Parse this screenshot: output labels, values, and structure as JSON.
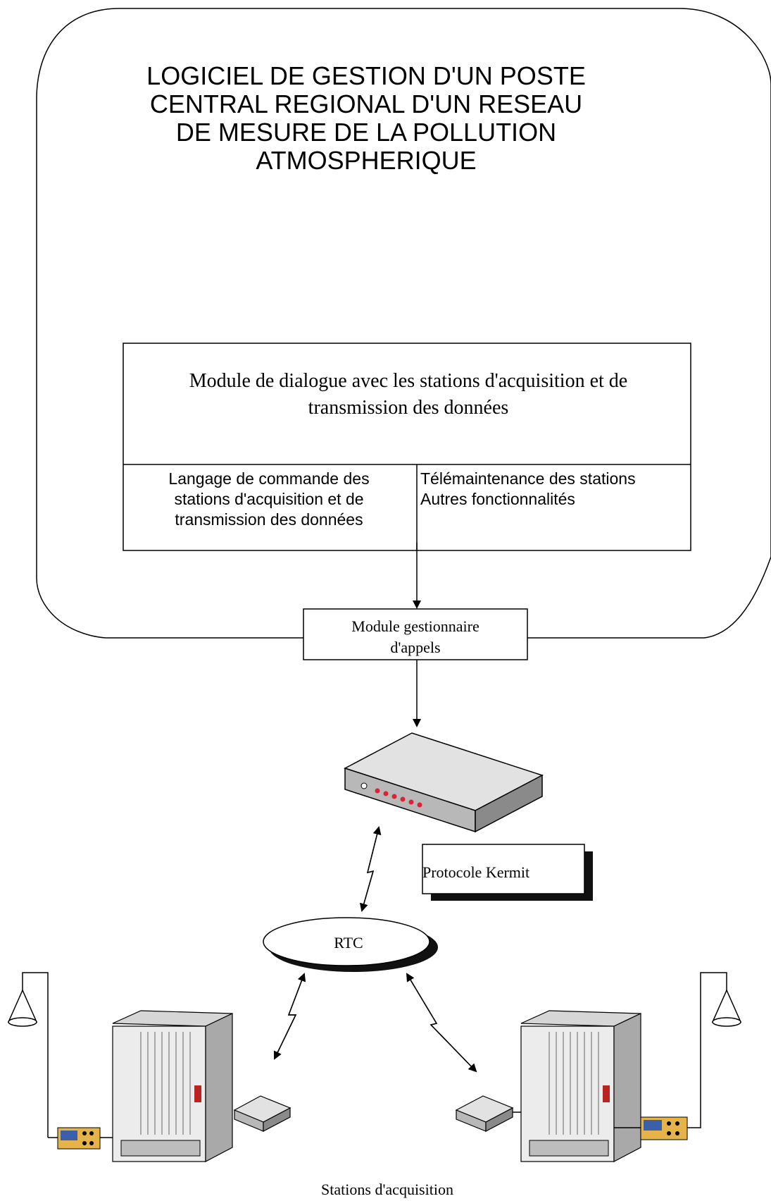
{
  "main_title": [
    "LOGICIEL DE GESTION D'UN POSTE",
    "CENTRAL REGIONAL D'UN RESEAU",
    "DE MESURE DE LA POLLUTION",
    "ATMOSPHERIQUE"
  ],
  "dialog_module": [
    "Module de dialogue avec les stations d'acquisition et de",
    "transmission des données"
  ],
  "command_language": [
    "Langage de commande des",
    "stations d'acquisition et de",
    "transmission des données"
  ],
  "other_features": [
    "Télémaintenance des stations",
    "Autres fonctionnalités"
  ],
  "call_manager": [
    "Module gestionnaire",
    "d'appels"
  ],
  "protocol_label": "Protocole Kermit",
  "network_label": "RTC",
  "stations_label": "Stations d'acquisition",
  "icons": [
    "modem-icon",
    "station-rack-icon",
    "analyzer-icon",
    "sampling-cone-icon",
    "lightning-link-icon"
  ]
}
